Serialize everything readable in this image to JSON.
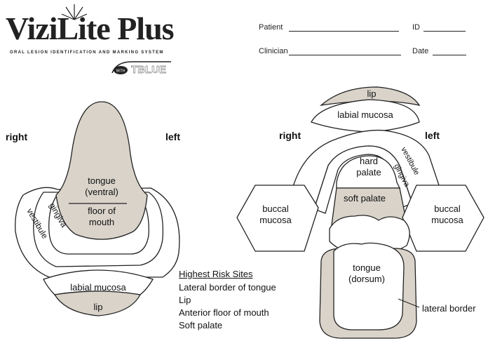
{
  "logo": {
    "brand": "ViziLite Plus",
    "tagline": "ORAL LESION IDENTIFICATION AND MARKING SYSTEM",
    "badge_prefix": "WITH",
    "badge_text": "TBLUE"
  },
  "form": {
    "patient_label": "Patient",
    "id_label": "ID",
    "clinician_label": "Clinician",
    "date_label": "Date"
  },
  "left_diagram": {
    "right_label": "right",
    "left_label": "left",
    "tongue_line1": "tongue",
    "tongue_line2": "(ventral)",
    "floor_line1": "floor of",
    "floor_line2": "mouth",
    "gingiva": "gingiva",
    "vestibule": "vestibule",
    "labial_mucosa": "labial mucosa",
    "lip": "lip"
  },
  "right_diagram": {
    "right_label": "right",
    "left_label": "left",
    "lip": "lip",
    "labial_mucosa": "labial mucosa",
    "hard_palate_line1": "hard",
    "hard_palate_line2": "palate",
    "soft_palate": "soft palate",
    "vestibule": "vestibule",
    "gingiva": "gingiva",
    "buccal_left_line1": "buccal",
    "buccal_left_line2": "mucosa",
    "buccal_right_line1": "buccal",
    "buccal_right_line2": "mucosa",
    "tongue_line1": "tongue",
    "tongue_line2": "(dorsum)",
    "lateral_border": "lateral border"
  },
  "risk_sites": {
    "title": "Highest Risk Sites",
    "items": [
      "Lateral border of tongue",
      "Lip",
      "Anterior floor of mouth",
      "Soft palate"
    ]
  },
  "colors": {
    "shade": "#d9d3ca",
    "stroke": "#222222"
  }
}
